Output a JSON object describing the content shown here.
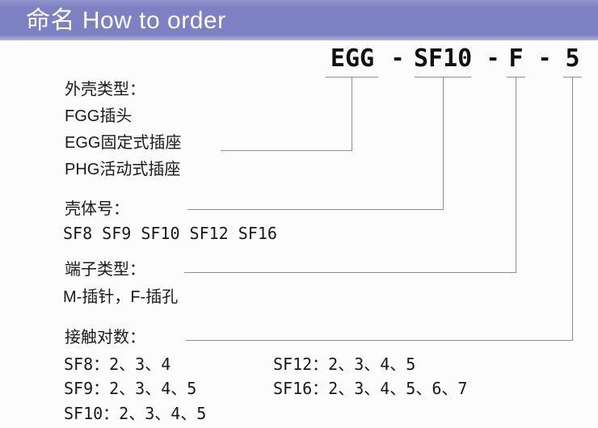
{
  "header": {
    "title": "命名 How to order",
    "bg_color": "#7e80c4",
    "text_color": "#ffffff"
  },
  "part_number": {
    "separator": "-",
    "segments": [
      {
        "text": "EGG"
      },
      {
        "text": "SF10"
      },
      {
        "text": "F"
      },
      {
        "text": "5"
      }
    ]
  },
  "line_color": "#8f8f8f",
  "text_color": "#1a1a1a",
  "groups": [
    {
      "title": "外壳类型：",
      "lines": [
        "FGG插头",
        "EGG固定式插座",
        "PHG活动式插座"
      ]
    },
    {
      "title": "壳体号：",
      "lines": [
        "SF8 SF9 SF10 SF12 SF16"
      ]
    },
    {
      "title": "端子类型：",
      "lines": [
        "M-插针，F-插孔"
      ]
    },
    {
      "title": "接触对数：",
      "col1": [
        "SF8：2、3、4",
        "SF9：2、3、4、5",
        "SF10：2、3、4、5"
      ],
      "col2": [
        "SF12：2、3、4、5",
        "SF16：2、3、4、5、6、7"
      ]
    }
  ]
}
